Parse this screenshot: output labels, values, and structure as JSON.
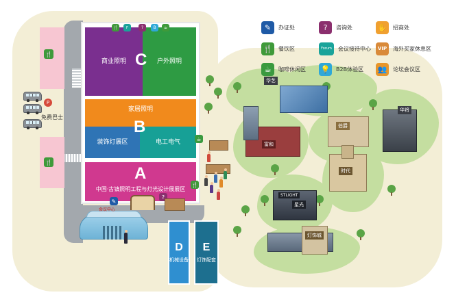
{
  "halls": {
    "c": {
      "letter": "C",
      "left_label": "商业照明",
      "right_label": "户外照明",
      "left_color": "#7a2f8f",
      "right_color": "#2e9b43"
    },
    "b": {
      "letter": "B",
      "top_label": "家居照明",
      "left_label": "装饰灯展区",
      "right_label": "电工电气",
      "top_color": "#f18a1c",
      "left_color": "#2f74b5",
      "right_color": "#17a096"
    },
    "a": {
      "letter": "A",
      "label": "中国·古镇照明工程与灯光设计展展区",
      "color": "#d0398f"
    },
    "d": {
      "letter": "D",
      "label": "机械设备",
      "color": "#2f8fd0"
    },
    "e": {
      "letter": "E",
      "label": "灯饰配套",
      "color": "#1d6f8f"
    }
  },
  "legend": [
    {
      "icon": "office-icon",
      "label": "办证处",
      "color": "#1f5aa6"
    },
    {
      "icon": "consult-icon",
      "label": "咨询处",
      "color": "#8b2f6e"
    },
    {
      "icon": "recruit-icon",
      "label": "招商处",
      "color": "#f0a030"
    },
    {
      "icon": "dining-icon",
      "label": "餐饮区",
      "color": "#3f9a3a"
    },
    {
      "icon": "forum-badge-icon",
      "label": "会议接待中心",
      "color": "#1aa39a",
      "badge": "Forum"
    },
    {
      "icon": "vip-icon",
      "label": "海外买家休息区",
      "color": "#d98a3a",
      "badge": "VIP"
    },
    {
      "icon": "coffee-icon",
      "label": "咖啡休闲区",
      "color": "#3a9a3f"
    },
    {
      "icon": "b2b-icon",
      "label": "B2B体验区",
      "color": "#2fa8d8"
    },
    {
      "icon": "forum-meeting-icon",
      "label": "论坛会议区",
      "color": "#e8962a"
    }
  ],
  "labels": {
    "free_bus": "免费巴士",
    "conference_center": "会议中心"
  },
  "buildings": [
    {
      "name": "huayi",
      "sign": "华艺"
    },
    {
      "name": "liwei",
      "sign": "伯爵"
    },
    {
      "name": "huajian",
      "sign": "华将"
    },
    {
      "name": "fuhe",
      "sign": "富和"
    },
    {
      "name": "shidai",
      "sign": "时代"
    },
    {
      "name": "xingguang",
      "sign": "星光",
      "badge": "STLIGHT"
    },
    {
      "name": "dengcheng",
      "sign": "灯饰城"
    }
  ],
  "colors": {
    "road": "#a3a8ad",
    "ground": "#f3eed6",
    "lawn": "#c4dea0",
    "pink_zone": "#f7c6d2"
  }
}
